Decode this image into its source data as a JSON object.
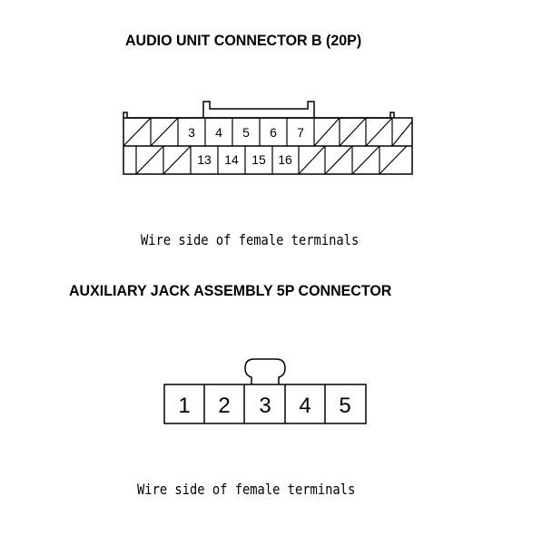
{
  "connector_b": {
    "title": "AUDIO UNIT CONNECTOR B (20P)",
    "top_row_pins": [
      "3",
      "4",
      "5",
      "6",
      "7"
    ],
    "bottom_row_pins": [
      "13",
      "14",
      "15",
      "16"
    ],
    "caption": "Wire side of female terminals"
  },
  "aux_connector": {
    "title": "AUXILIARY JACK ASSEMBLY 5P CONNECTOR",
    "pins": [
      "1",
      "2",
      "3",
      "4",
      "5"
    ],
    "caption": "Wire side of female terminals"
  },
  "colors": {
    "line": "#000000",
    "background": "#ffffff"
  }
}
